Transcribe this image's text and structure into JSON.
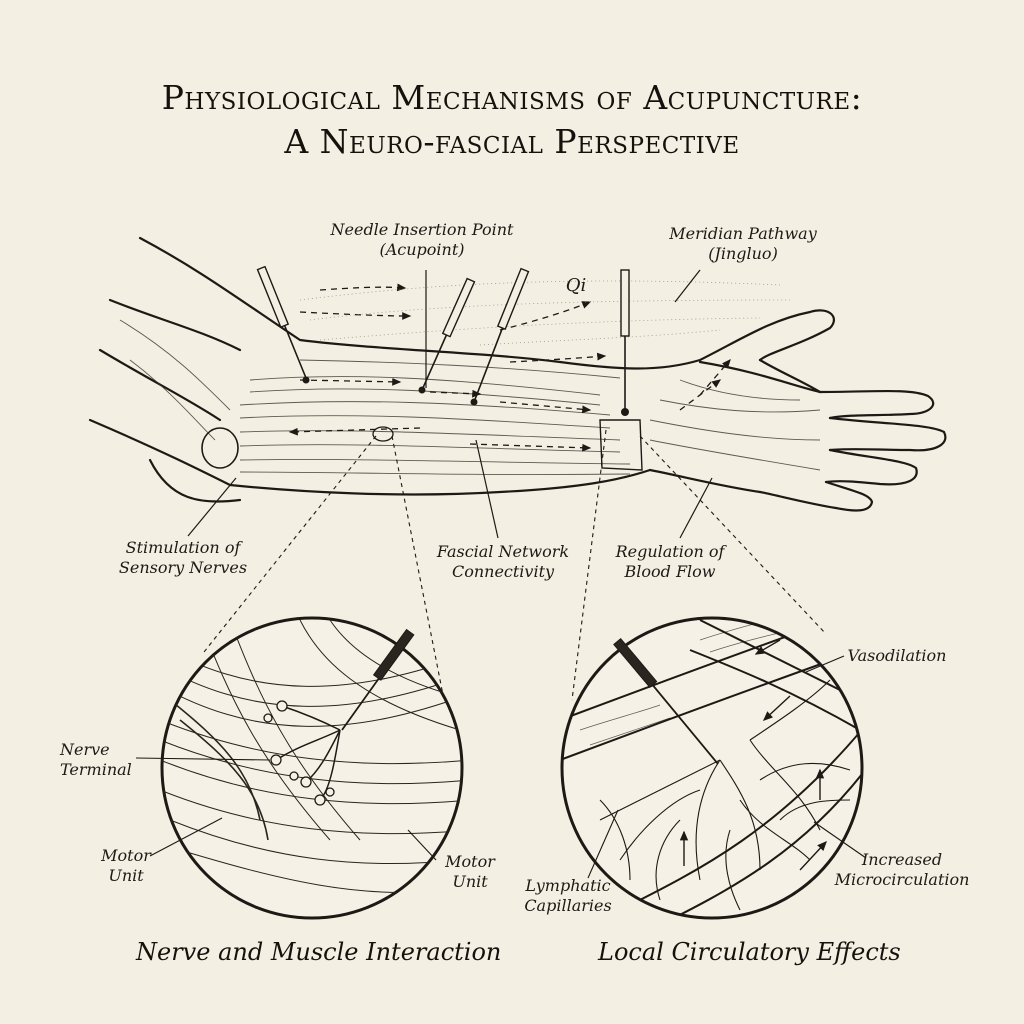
{
  "title": {
    "line1": "Physiological Mechanisms of Acupuncture:",
    "line2": "A Neuro-fascial Perspective"
  },
  "labels": {
    "needle_point_1": "Needle Insertion Point",
    "needle_point_2": "(Acupoint)",
    "meridian_1": "Meridian Pathway",
    "meridian_2": "(Jingluo)",
    "qi": "Qi",
    "sensory_1": "Stimulation of",
    "sensory_2": "Sensory Nerves",
    "fascial_1": "Fascial Network",
    "fascial_2": "Connectivity",
    "blood_1": "Regulation of",
    "blood_2": "Blood Flow",
    "nerve_terminal_1": "Nerve",
    "nerve_terminal_2": "Terminal",
    "motor_unit_left_1": "Motor",
    "motor_unit_left_2": "Unit",
    "motor_unit_right_1": "Motor",
    "motor_unit_right_2": "Unit",
    "vasodilation": "Vasodilation",
    "lymphatic_1": "Lymphatic",
    "lymphatic_2": "Capillaries",
    "micro_1": "Increased",
    "micro_2": "Microcirculation"
  },
  "captions": {
    "left": "Nerve and Muscle Interaction",
    "right": "Local Circulatory Effects"
  },
  "colors": {
    "paper": "#f4efe3",
    "ink": "#1d1a16"
  }
}
